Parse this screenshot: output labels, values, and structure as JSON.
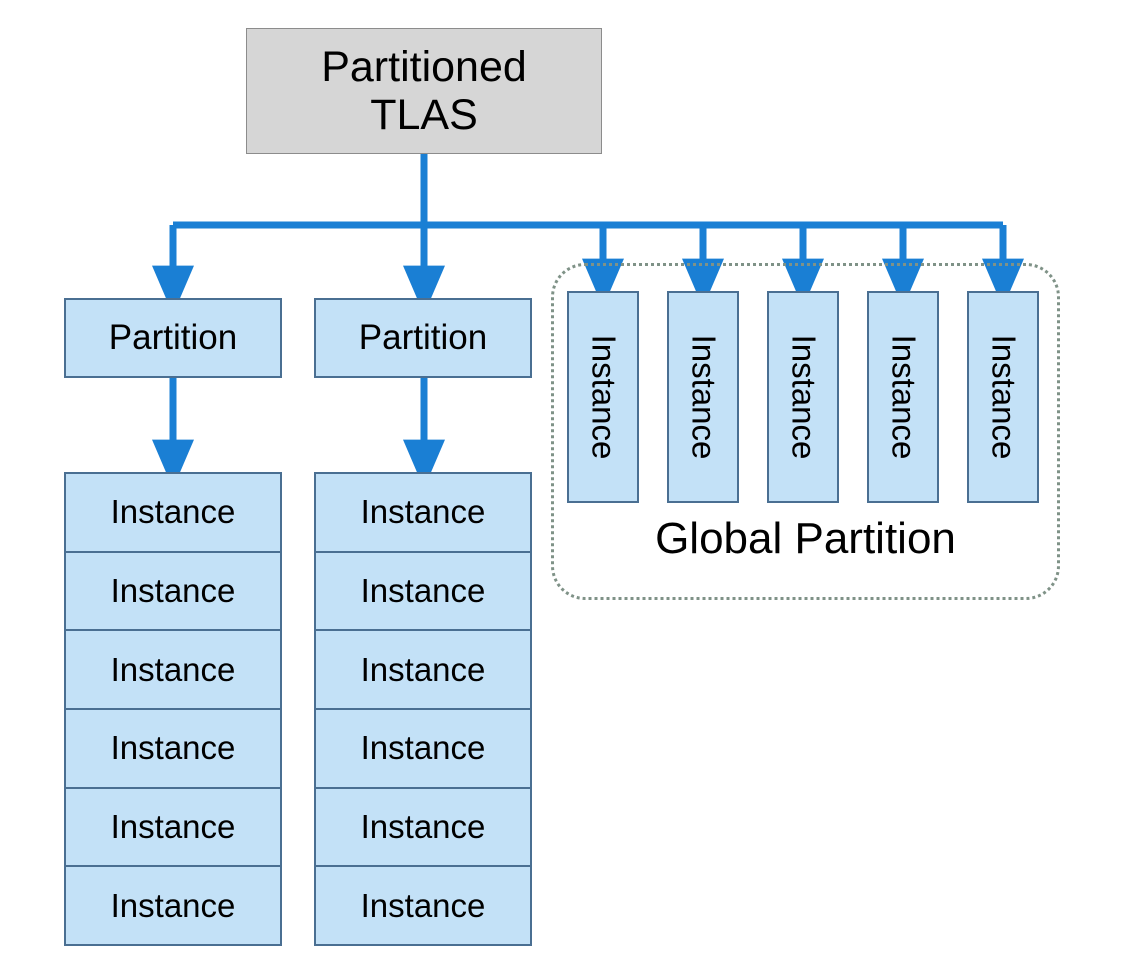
{
  "diagram": {
    "title": "Partitioned TLAS acceleration structure hierarchy",
    "colors": {
      "root_fill": "#d6d6d6",
      "root_stroke": "#8c8c8c",
      "node_fill": "#c3e1f7",
      "node_stroke": "#4a6f92",
      "connector": "#1a7fd4",
      "group_border": "#7f9287",
      "text": "#000000",
      "background": "#ffffff"
    },
    "root": {
      "label_line1": "Partitioned",
      "label_line2": "TLAS"
    },
    "columns": [
      {
        "partition_label": "Partition",
        "instances": [
          "Instance",
          "Instance",
          "Instance",
          "Instance",
          "Instance",
          "Instance"
        ]
      },
      {
        "partition_label": "Partition",
        "instances": [
          "Instance",
          "Instance",
          "Instance",
          "Instance",
          "Instance",
          "Instance"
        ]
      }
    ],
    "global_partition": {
      "label": "Global Partition",
      "instances": [
        "Instance",
        "Instance",
        "Instance",
        "Instance",
        "Instance"
      ]
    }
  }
}
